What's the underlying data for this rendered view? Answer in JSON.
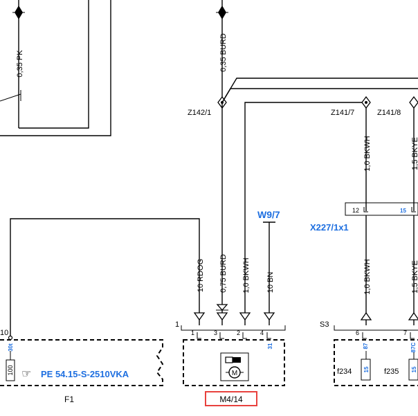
{
  "accent": "#1e6fe0",
  "highlight": "#e8413d",
  "wires": {
    "pk_top": "0,35 PK",
    "burd_top": "0,35 BURD",
    "bkwh_upper": "1,0 BKWH",
    "bkye_upper": "1,5 BKYE",
    "rdog": "10 RDOG",
    "burd_lower": "0,75 BURD",
    "bkwh_mid": "1,0 BKWH",
    "bn": "10 BN",
    "bkwh_lower": "1,0 BKWH",
    "bkye_lower": "1,5 BKYE"
  },
  "splices": {
    "z142": "Z142/1",
    "z141_7": "Z141/7",
    "z141_8": "Z141/8"
  },
  "ground": {
    "w97": "W9/7"
  },
  "connector_x227": {
    "label": "X227/1x1",
    "pin12": "12",
    "pin15": "15"
  },
  "f1": {
    "label": "F1",
    "ref_text": "PE 54.15-S-2510VKA",
    "fuse_value": "100",
    "terminal": "30t",
    "edge_label": "10"
  },
  "m414": {
    "label": "M4/14",
    "connector_label": "1",
    "pins": [
      "1",
      "3",
      "2",
      "4"
    ],
    "terminal": "31",
    "motor_symbol": "M"
  },
  "s3": {
    "label": "S3",
    "pin6": "6",
    "pin7": "7",
    "term87": "87",
    "term87c": "87C",
    "fuse_a": "f234",
    "fuse_b": "f235",
    "fuse_a_value": "15",
    "fuse_b_value": "15"
  }
}
